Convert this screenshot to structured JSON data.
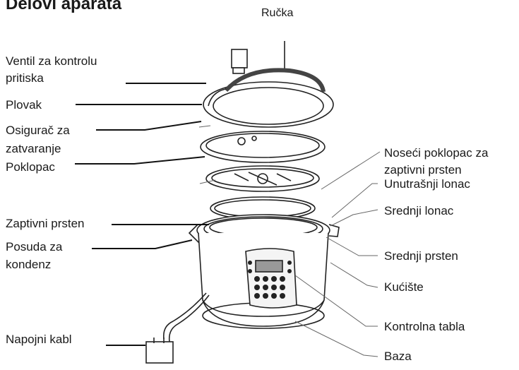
{
  "title": "Delovi aparata",
  "labels": {
    "handle": "Ručka",
    "pressure_valve_1": "Ventil za kontrolu",
    "pressure_valve_2": "pritiska",
    "float": "Plovak",
    "lock_1": "Osigurač za",
    "lock_2": "zatvaranje",
    "lid": "Poklopac",
    "seal_ring": "Zaptivni prsten",
    "condensate_1": "Posuda za",
    "condensate_2": "kondenz",
    "power_cord": "Napojni kabl",
    "ring_holder_1": "Noseći poklopac za",
    "ring_holder_2": "zaptivni prsten",
    "inner_pot": "Unutrašnji lonac",
    "middle_pot": "Srednji lonac",
    "middle_ring": "Srednji prsten",
    "housing": "Kućište",
    "control_panel": "Kontrolna tabla",
    "base": "Baza"
  }
}
